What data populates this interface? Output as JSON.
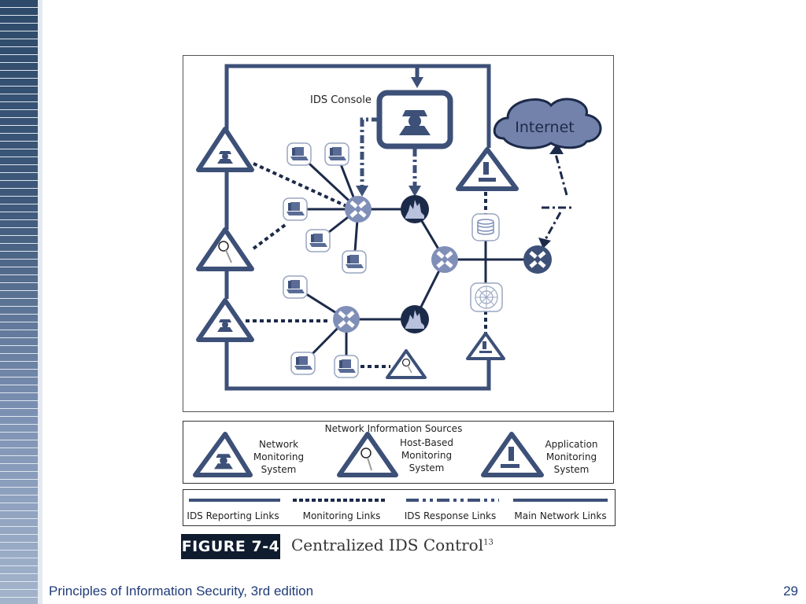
{
  "slide": {
    "footer_title": "Principles of Information Security, 3rd edition",
    "page_number": "29"
  },
  "diagram": {
    "console_label": "IDS Console",
    "internet_label": "Internet",
    "colors": {
      "primary": "#3d5078",
      "dark": "#1c2a4a",
      "light": "#8090b8"
    }
  },
  "legend_sources": {
    "title": "Network Information Sources",
    "items": [
      {
        "icon": "spy-triangle-icon",
        "lines": [
          "Network",
          "Monitoring",
          "System"
        ]
      },
      {
        "icon": "magnifier-triangle-icon",
        "lines": [
          "Host-Based",
          "Monitoring",
          "System"
        ]
      },
      {
        "icon": "microscope-triangle-icon",
        "lines": [
          "Application",
          "Monitoring",
          "System"
        ]
      }
    ]
  },
  "legend_links": [
    {
      "style": "solid",
      "label": "IDS Reporting Links"
    },
    {
      "style": "dotted-square",
      "label": "Monitoring Links"
    },
    {
      "style": "dash-dot",
      "label": "IDS Response Links"
    },
    {
      "style": "solid-thin",
      "label": "Main Network Links"
    }
  ],
  "figure": {
    "badge": "FIGURE 7-4",
    "title": "Centralized IDS Control",
    "superscript": "13"
  }
}
